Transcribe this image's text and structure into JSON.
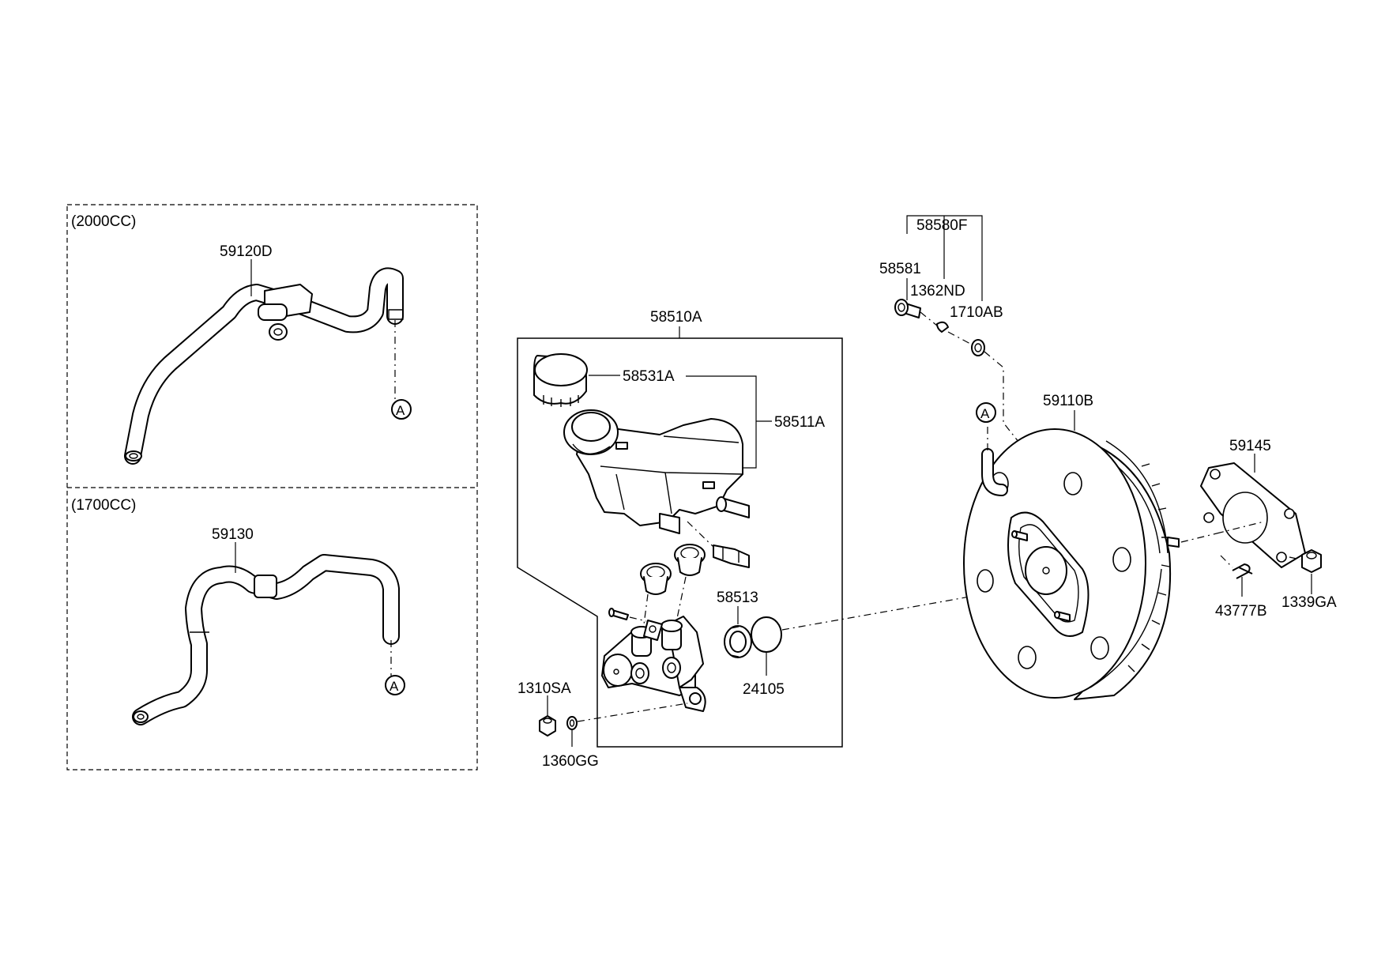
{
  "variants": {
    "v2000": "(2000CC)",
    "v1700": "(1700CC)"
  },
  "parts": {
    "p59120D": "59120D",
    "p59130": "59130",
    "p58510A": "58510A",
    "p58531A": "58531A",
    "p58511A": "58511A",
    "p58513": "58513",
    "p24105": "24105",
    "p1310SA": "1310SA",
    "p1360GG": "1360GG",
    "p58580F": "58580F",
    "p58581": "58581",
    "p1362ND": "1362ND",
    "p1710AB": "1710AB",
    "p59110B": "59110B",
    "p59145": "59145",
    "p43777B": "43777B",
    "p1339GA": "1339GA"
  },
  "markers": {
    "a1": "A",
    "a2": "A",
    "a3": "A"
  }
}
